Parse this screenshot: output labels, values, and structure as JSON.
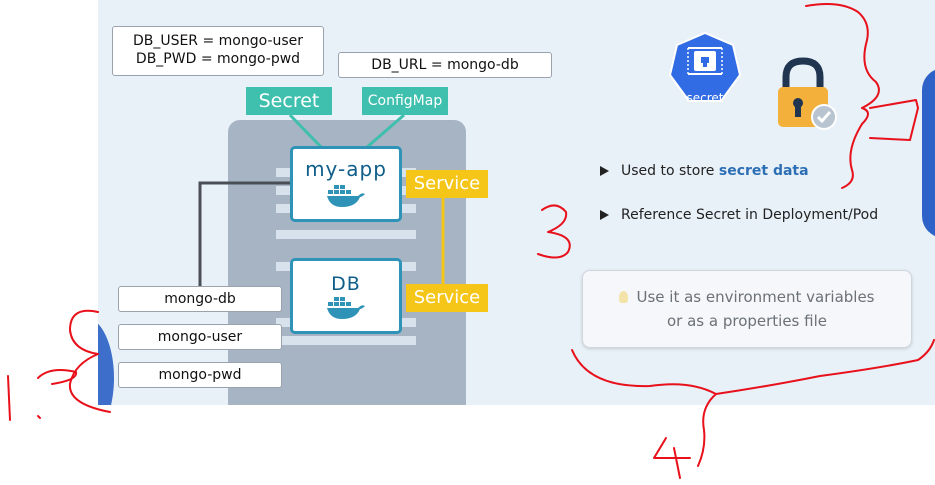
{
  "secret_config": {
    "user": "DB_USER = mongo-user",
    "pwd": "DB_PWD = mongo-pwd"
  },
  "configmap_config": {
    "url": "DB_URL = mongo-db"
  },
  "labels": {
    "secret": "Secret",
    "configmap": "ConfigMap",
    "service": "Service"
  },
  "nodes": {
    "app": "my-app",
    "db": "DB"
  },
  "values": [
    "mongo-db",
    "mongo-user",
    "mongo-pwd"
  ],
  "icon_caption": "secret",
  "bullets": {
    "b1_prefix": "Used to store ",
    "b1_highlight": "secret data",
    "b2": "Reference Secret in Deployment/Pod"
  },
  "hint": {
    "line1": "Use it as environment variables",
    "line2": "or as a properties file"
  },
  "annotations": {
    "n1": "1",
    "n2": "2",
    "n3": "3",
    "n4": "4"
  },
  "colors": {
    "teal": "#3fbfae",
    "yellow": "#f5c518",
    "blue": "#2f93b8",
    "k8s_blue": "#326ce5",
    "ink": "#e8101a"
  }
}
